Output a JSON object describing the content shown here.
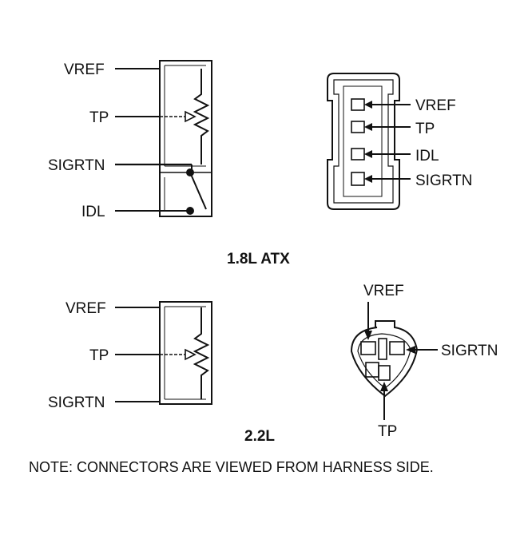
{
  "top_section": {
    "title": "1.8L ATX",
    "sensor_labels": {
      "vref": "VREF",
      "tp": "TP",
      "sigrtn": "SIGRTN",
      "idl": "IDL"
    },
    "connector_labels": {
      "vref": "VREF",
      "tp": "TP",
      "idl": "IDL",
      "sigrtn": "SIGRTN"
    }
  },
  "bottom_section": {
    "title": "2.2L",
    "sensor_labels": {
      "vref": "VREF",
      "tp": "TP",
      "sigrtn": "SIGRTN"
    },
    "connector_labels": {
      "vref": "VREF",
      "sigrtn": "SIGRTN",
      "tp": "TP"
    }
  },
  "note": "NOTE: CONNECTORS ARE VIEWED FROM HARNESS SIDE."
}
